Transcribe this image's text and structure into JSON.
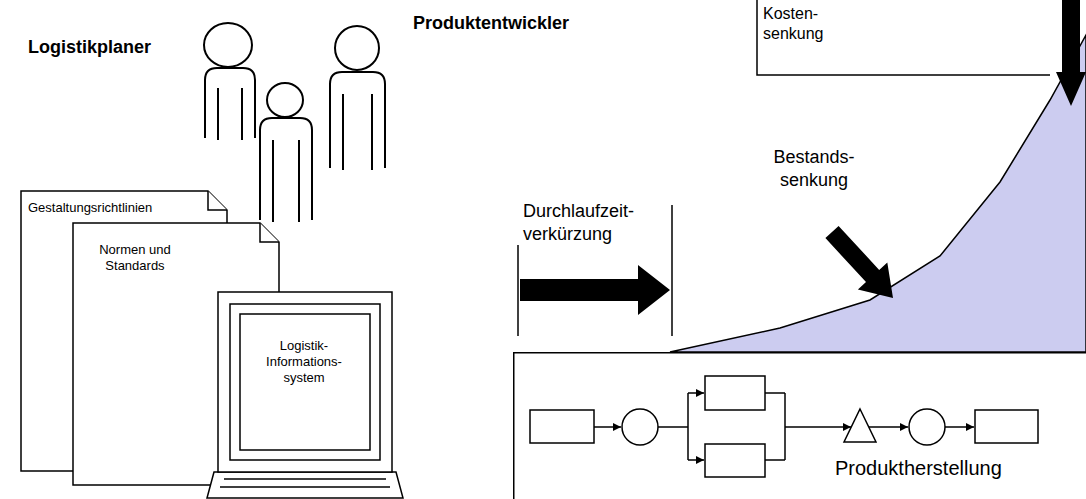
{
  "diagram": {
    "nodes": [
      {
        "text": [
          "Gestaltungsrichtlinien"
        ]
      },
      {
        "text": [
          "Normen und Standards"
        ]
      },
      {
        "text": [
          "Logistik- Informations- system"
        ]
      },
      {
        "text": [
          "Produktherstellung"
        ]
      }
    ],
    "labels": [
      "Logistikplaner",
      "Produktentwickler",
      "Kosten- senkung",
      "Durchlaufzeit- verkürzung",
      "Bestands- senkung"
    ]
  }
}
